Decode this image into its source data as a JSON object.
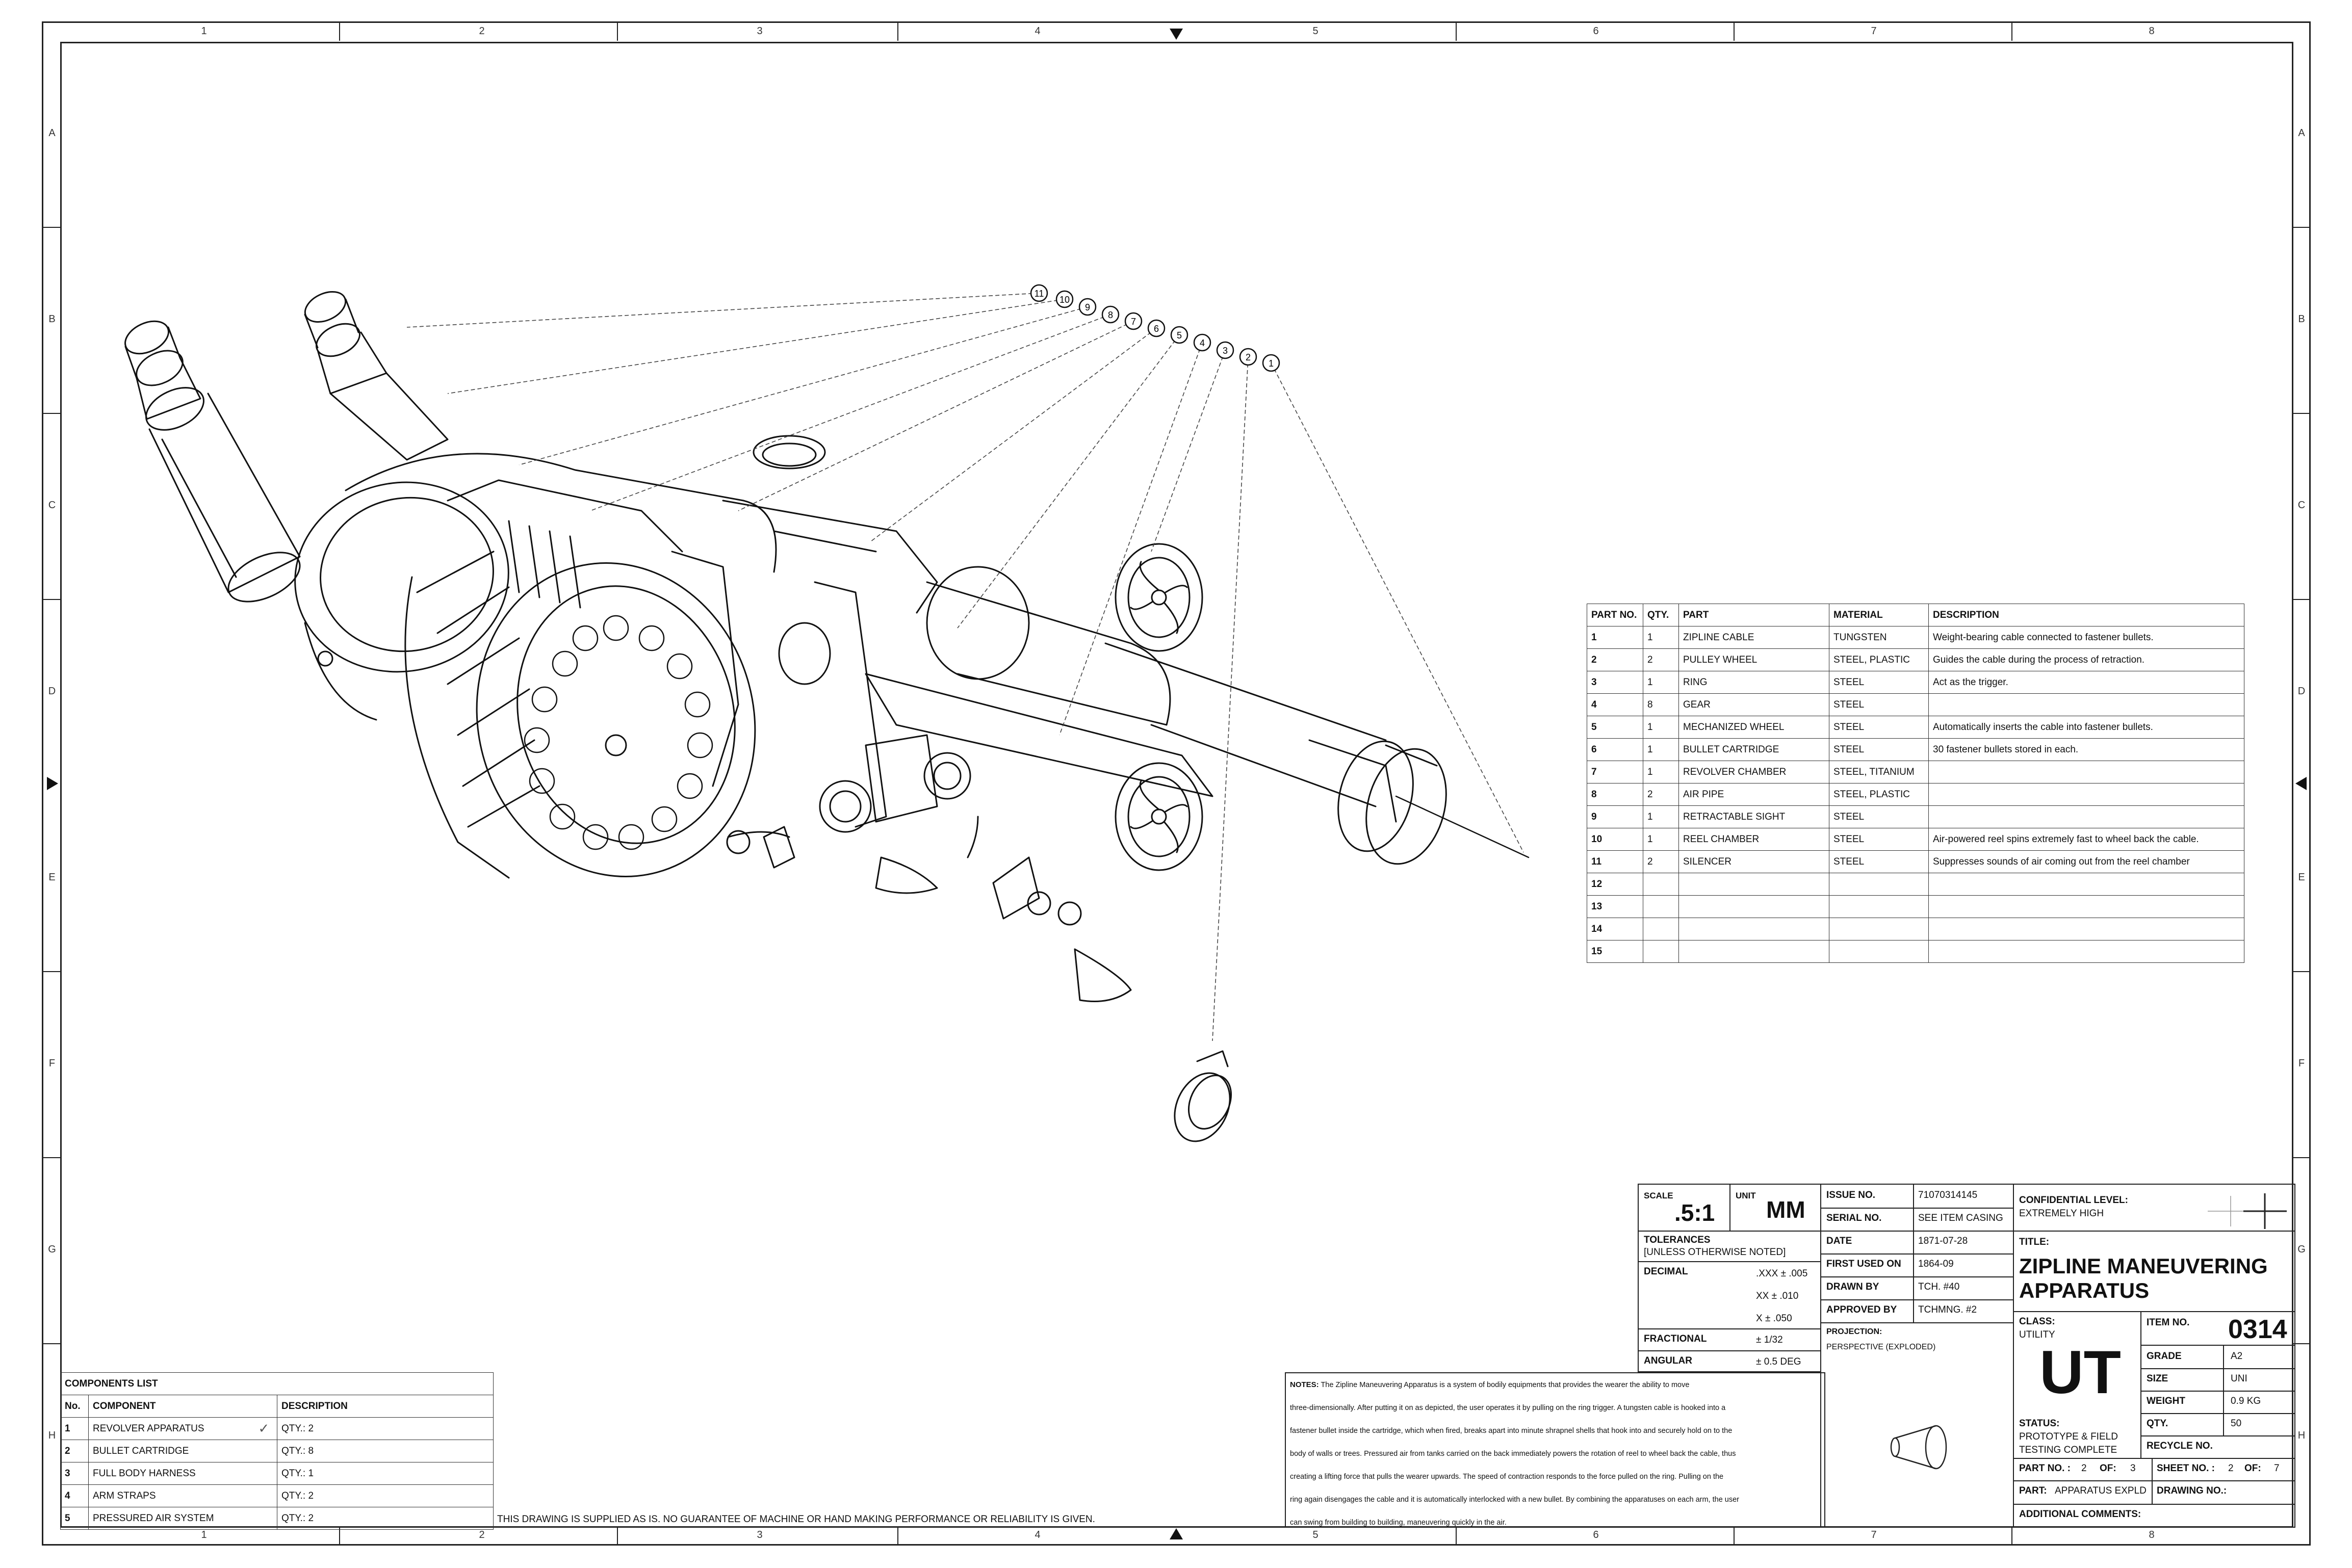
{
  "border": {
    "columns": [
      "1",
      "2",
      "3",
      "4",
      "5",
      "6",
      "7",
      "8"
    ],
    "rows": [
      "A",
      "B",
      "C",
      "D",
      "E",
      "F",
      "G",
      "H"
    ]
  },
  "callouts": [
    "11",
    "10",
    "9",
    "8",
    "7",
    "6",
    "5",
    "4",
    "3",
    "2",
    "1"
  ],
  "parts_table": {
    "headers": [
      "PART NO.",
      "QTY.",
      "PART",
      "MATERIAL",
      "DESCRIPTION"
    ],
    "rows": [
      [
        "1",
        "1",
        "ZIPLINE CABLE",
        "TUNGSTEN",
        "Weight-bearing cable connected to fastener bullets."
      ],
      [
        "2",
        "2",
        "PULLEY WHEEL",
        "STEEL, PLASTIC",
        "Guides the cable during the process of retraction."
      ],
      [
        "3",
        "1",
        "RING",
        "STEEL",
        "Act as the trigger."
      ],
      [
        "4",
        "8",
        "GEAR",
        "STEEL",
        ""
      ],
      [
        "5",
        "1",
        "MECHANIZED WHEEL",
        "STEEL",
        "Automatically inserts the cable into fastener bullets."
      ],
      [
        "6",
        "1",
        "BULLET CARTRIDGE",
        "STEEL",
        "30 fastener bullets stored in each."
      ],
      [
        "7",
        "1",
        "REVOLVER CHAMBER",
        "STEEL, TITANIUM",
        ""
      ],
      [
        "8",
        "2",
        "AIR PIPE",
        "STEEL, PLASTIC",
        ""
      ],
      [
        "9",
        "1",
        "RETRACTABLE SIGHT",
        "STEEL",
        ""
      ],
      [
        "10",
        "1",
        "REEL CHAMBER",
        "STEEL",
        "Air-powered reel spins extremely fast to wheel back the cable."
      ],
      [
        "11",
        "2",
        "SILENCER",
        "STEEL",
        "Suppresses sounds of air coming out from the reel chamber"
      ],
      [
        "12",
        "",
        "",
        "",
        ""
      ],
      [
        "13",
        "",
        "",
        "",
        ""
      ],
      [
        "14",
        "",
        "",
        "",
        ""
      ],
      [
        "15",
        "",
        "",
        "",
        ""
      ]
    ]
  },
  "components_list": {
    "title": "COMPONENTS LIST",
    "headers": [
      "No.",
      "COMPONENT",
      "",
      "DESCRIPTION"
    ],
    "rows": [
      [
        "1",
        "REVOLVER APPARATUS",
        "✓",
        "QTY.: 2"
      ],
      [
        "2",
        "BULLET CARTRIDGE",
        "",
        "QTY.: 8"
      ],
      [
        "3",
        "FULL BODY HARNESS",
        "",
        "QTY.: 1"
      ],
      [
        "4",
        "ARM STRAPS",
        "",
        "QTY.: 2"
      ],
      [
        "5",
        "PRESSURED AIR SYSTEM",
        "",
        "QTY.: 2"
      ]
    ]
  },
  "disclaimer": "THIS DRAWING IS SUPPLIED AS IS. NO GUARANTEE OF MACHINE OR HAND MAKING PERFORMANCE OR RELIABILITY IS GIVEN.",
  "title_block": {
    "scale_label": "SCALE",
    "scale_value": ".5:1",
    "unit_label": "UNIT",
    "unit_value": "MM",
    "tolerances_label": "TOLERANCES",
    "tolerances_note": "[UNLESS OTHERWISE NOTED]",
    "decimal_label": "DECIMAL",
    "decimal_rows": [
      ".XXX ±  .005",
      "XX  ±  .010",
      "X   ±  .050"
    ],
    "fractional_label": "FRACTIONAL",
    "fractional_value": "± 1/32",
    "angular_label": "ANGULAR",
    "angular_value": "± 0.5 DEG",
    "info": [
      [
        "ISSUE NO.",
        "71070314145"
      ],
      [
        "SERIAL NO.",
        "SEE ITEM CASING"
      ],
      [
        "DATE",
        "1871-07-28"
      ],
      [
        "FIRST USED ON",
        "1864-09"
      ],
      [
        "DRAWN BY",
        "TCH. #40"
      ],
      [
        "APPROVED BY",
        "TCHMNG. #2"
      ]
    ],
    "projection_label": "PROJECTION:",
    "projection_value": "PERSPECTIVE (EXPLODED)",
    "confidential_label": "CONFIDENTIAL LEVEL:",
    "confidential_value": "EXTREMELY HIGH",
    "title_label": "TITLE:",
    "title_line1": "ZIPLINE MANEUVERING",
    "title_line2": "APPARATUS",
    "class_label": "CLASS:",
    "class_value": "UTILITY",
    "class_code": "UT",
    "item_no_label": "ITEM NO.",
    "item_no_value": "0314",
    "grade_label": "GRADE",
    "grade_value": "A2",
    "size_label": "SIZE",
    "size_value": "UNI",
    "weight_label": "WEIGHT",
    "weight_value": "0.9 KG",
    "qty_label": "QTY.",
    "qty_value": "50",
    "status_label": "STATUS:",
    "status_line1": "PROTOTYPE & FIELD",
    "status_line2": "TESTING COMPLETE",
    "recycle_label": "RECYCLE NO.",
    "part_no_label": "PART NO. :",
    "part_no_value": "2",
    "of_label": "OF:",
    "part_of_value": "3",
    "sheet_no_label": "SHEET NO. :",
    "sheet_no_value": "2",
    "sheet_of_value": "7",
    "part_label": "PART:",
    "part_value": "APPARATUS EXPLD",
    "drawing_no_label": "DRAWING NO.:",
    "additional_label": "ADDITIONAL COMMENTS:"
  },
  "notes": {
    "label": "NOTES:",
    "lines": [
      "The Zipline Maneuvering Apparatus is a system of bodily equipments that provides the wearer the ability to move",
      "three-dimensionally. After putting it on as depicted, the user operates it by pulling on the ring trigger. A tungsten cable is hooked into a",
      "fastener bullet inside the cartridge, which when fired, breaks apart into minute shrapnel shells that hook into and securely hold on to the",
      "body of walls or trees. Pressured air from tanks carried on the back immediately powers the rotation of reel to wheel back the cable, thus",
      "creating a lifting force that pulls the wearer upwards. The speed of contraction responds to the force pulled on the ring. Pulling on the",
      "ring again disengages the cable and it is automatically interlocked with a new bullet. By combining the apparatuses on each arm, the user",
      "can swing from building to building, maneuvering quickly in the air."
    ]
  }
}
